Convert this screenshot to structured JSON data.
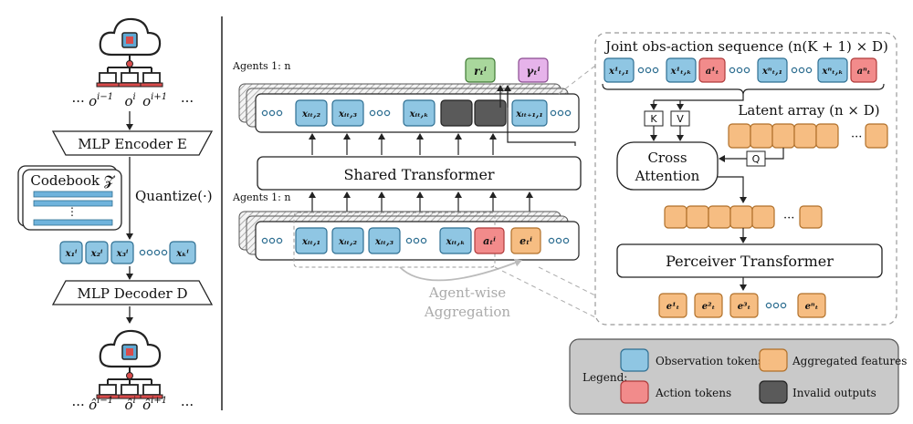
{
  "colors": {
    "obs": "#8fc6e3",
    "obs_stroke": "#2f6f92",
    "action": "#f28b8b",
    "action_stroke": "#b03a3a",
    "agg": "#f6bd82",
    "agg_stroke": "#b0702a",
    "invalid": "#5a5a5a",
    "reward": "#a9d79c",
    "gamma": "#e6b3ea",
    "legend_bg": "#c9c9c9"
  },
  "left": {
    "obs_top": {
      "dots_l": "···",
      "o1": "o",
      "s1": "i−1",
      "o2": "o",
      "s2": "i",
      "o3": "o",
      "s3": "i+1",
      "dots_r": "···"
    },
    "encoder": "MLP Encoder E",
    "codebook": "Codebook 𝓩",
    "codebook_dots": "⋮",
    "quantize": "Quantize(·)",
    "tokens": [
      "x₁ⁱ",
      "x₂ⁱ",
      "x₃ⁱ",
      "xₖⁱ"
    ],
    "decoder": "MLP Decoder D",
    "obs_bottom": {
      "dots_l": "···",
      "o1": "ô",
      "s1": "i−1",
      "o2": "ô",
      "s2": "i",
      "o3": "ô",
      "s3": "i+1",
      "dots_r": "···"
    }
  },
  "middle": {
    "agents_top": "Agents 1: n",
    "agents_bottom": "Agents 1: n",
    "reward": "rₜⁱ",
    "gamma": "γₜⁱ",
    "top_tokens": [
      "xᵢₜ,₂",
      "xᵢₜ,₃",
      "xᵢₜ,ₖ",
      "xᵢₜ₊₁,₁"
    ],
    "bottom_tokens": [
      "xᵢₜ,₁",
      "xᵢₜ,₂",
      "xᵢₜ,₃",
      "xᵢₜ,ₖ",
      "aₜⁱ",
      "eₜⁱ"
    ],
    "shared_transformer": "Shared Transformer",
    "agent_wise": "Agent-wise",
    "aggregation": "Aggregation"
  },
  "right": {
    "joint_title": "Joint obs-action sequence (n(K + 1) × D)",
    "joint_tokens": [
      "x¹ₜ,₁",
      "x¹ₜ,ₖ",
      "a¹ₜ",
      "xⁿₜ,₁",
      "xⁿₜ,ₖ",
      "aⁿₜ"
    ],
    "k_label": "K",
    "v_label": "V",
    "q_label": "Q",
    "latent": "Latent array (n × D)",
    "cross1": "Cross",
    "cross2": "Attention",
    "perceiver": "Perceiver Transformer",
    "outputs": [
      "e¹ₜ",
      "e²ₜ",
      "e³ₜ",
      "eⁿₜ"
    ],
    "ellipsis": "···"
  },
  "legend": {
    "title": "Legend:",
    "obs": "Observation tokens",
    "action": "Action tokens",
    "agg": "Aggregated features",
    "invalid": "Invalid outputs"
  }
}
